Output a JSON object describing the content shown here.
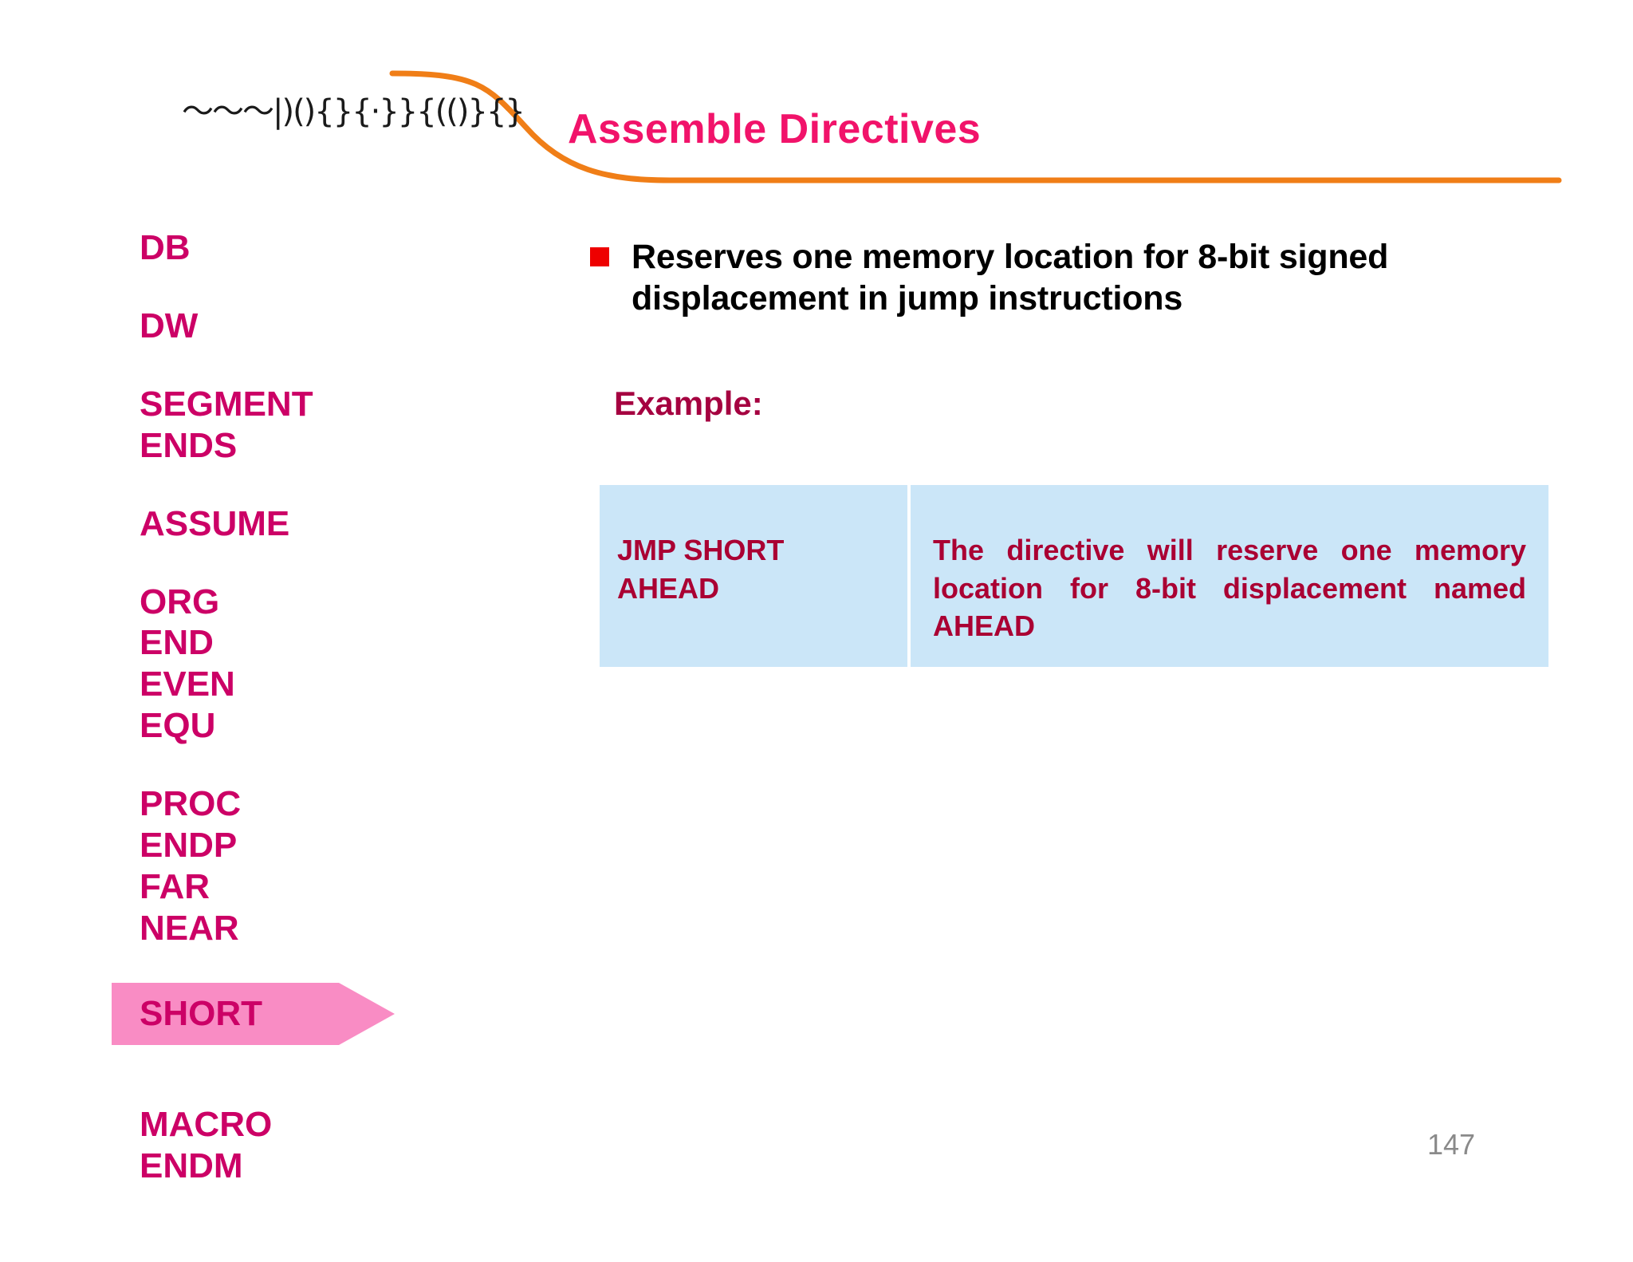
{
  "slide": {
    "title": "Assemble Directives",
    "logo_mark": "〜〜〜|)(){}{·}}{(()}{}",
    "page_number": "147",
    "colors": {
      "title_pink": "#F1136A",
      "sidebar_magenta": "#CC0066",
      "highlight_pink": "#F98CC4",
      "accent_orange": "#F07E17",
      "bullet_red": "#EE0000",
      "table_blue": "#CBE6F8",
      "table_text_crimson": "#AA0033",
      "example_crimson": "#A50040",
      "page_number_gray": "#8A8A8A"
    }
  },
  "sidebar": {
    "groups": [
      {
        "items": [
          "DB"
        ]
      },
      {
        "items": [
          "DW"
        ]
      },
      {
        "items": [
          "SEGMENT",
          "ENDS"
        ]
      },
      {
        "items": [
          "ASSUME"
        ]
      },
      {
        "items": [
          "ORG",
          "END",
          "EVEN",
          "EQU"
        ]
      },
      {
        "items": [
          "PROC",
          "ENDP",
          "FAR",
          "NEAR"
        ]
      },
      {
        "items": [
          "MACRO",
          "ENDM"
        ]
      }
    ],
    "highlighted_item": "SHORT"
  },
  "main": {
    "bullet": {
      "marker": "red-square-bullet",
      "text": "Reserves one memory location for 8-bit signed displacement in jump instructions"
    },
    "example_label": "Example:",
    "example_table": {
      "left_cell": "JMP SHORT\nAHEAD",
      "right_cell": "The directive will reserve one memory location for 8-bit displacement named AHEAD"
    }
  }
}
